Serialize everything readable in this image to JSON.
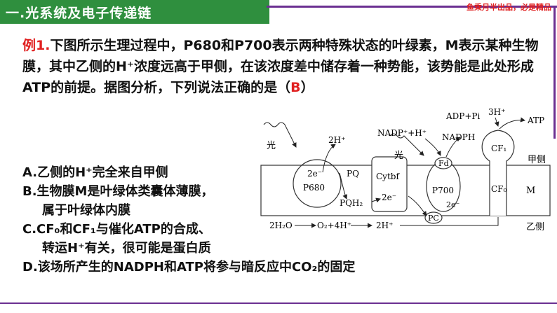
{
  "header": {
    "title": "一.光系统及电子传递链"
  },
  "brand": "鱼乘月半出品，必是精品",
  "question": {
    "label": "例1.",
    "text": "下图所示生理过程中，P680和P700表示两种特殊状态的叶绿素，M表示某种生物膜，其中乙侧的H⁺浓度远高于甲侧，在该浓度差中储存着一种势能，该势能是此处形成ATP的前提。据图分析，下列说法正确的是（",
    "answer": "B",
    "close": "）"
  },
  "options": {
    "a": "A.乙侧的H⁺完全来自甲侧",
    "b1": "B.生物膜M是叶绿体类囊体薄膜，",
    "b2": "属于叶绿体内膜",
    "c1": "C.CF₀和CF₁与催化ATP的合成、",
    "c2": "转运H⁺有关，很可能是蛋白质",
    "d": "D.该场所产生的NADPH和ATP将参与暗反应中CO₂的固定"
  },
  "diagram": {
    "light1": "光",
    "light2": "光",
    "h2_top": "2H⁺",
    "e_p680": "2e⁻",
    "p680": "P680",
    "pq": "PQ",
    "pqh2": "PQH₂",
    "cytbf": "Cytbf",
    "e_cyt": "2e⁻",
    "nadp": "NADP⁺+H⁺",
    "nadph": "NADPH",
    "fd": "Fd",
    "p700": "P700",
    "e_p700": "2e⁻",
    "pc": "PC",
    "adp": "ADP+Pi",
    "h3": "3H⁺",
    "atp": "ATP",
    "cf1": "CF₁",
    "cf0": "CF₀",
    "side_a": "甲侧",
    "side_b": "乙侧",
    "m": "M",
    "h2o": "2H₂O",
    "o2": "O₂+4H⁺",
    "h2_bottom": "2H⁺"
  }
}
